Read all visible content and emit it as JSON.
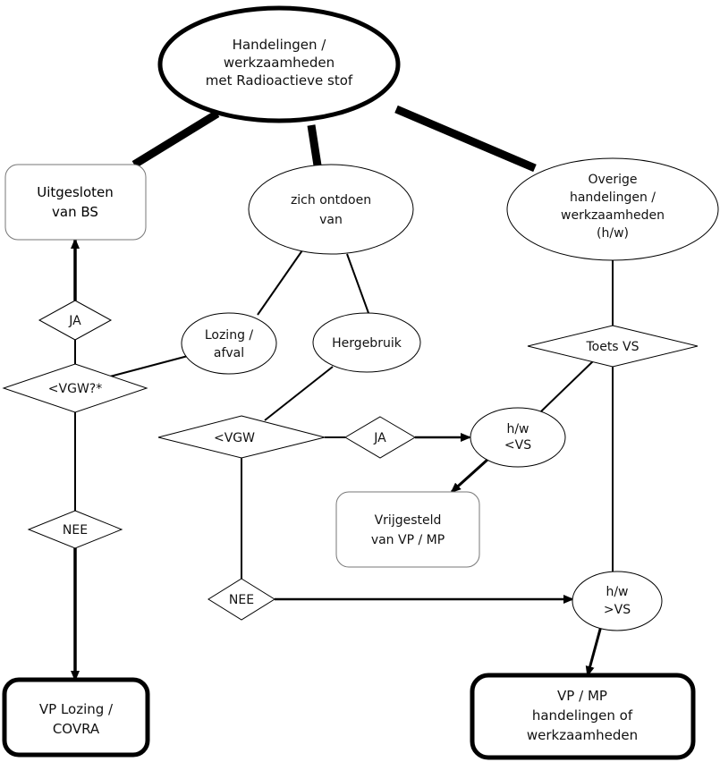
{
  "nodes": {
    "root": [
      "Handelingen /",
      "werkzaamheden",
      "met Radioactieve stof"
    ],
    "uitgesloten": [
      "Uitgesloten",
      "van BS"
    ],
    "ontdoen": [
      "zich ontdoen",
      "van"
    ],
    "overige": [
      "Overige",
      "handelingen /",
      "werkzaamheden",
      "(h/w)"
    ],
    "lozing": [
      "Lozing /",
      "afval"
    ],
    "hergebruik": [
      "Hergebruik"
    ],
    "ja_left": [
      "JA"
    ],
    "vgw_left": [
      "<VGW?*"
    ],
    "nee_left": [
      "NEE"
    ],
    "vgw_mid": [
      "<VGW"
    ],
    "ja_mid": [
      "JA"
    ],
    "nee_mid": [
      "NEE"
    ],
    "toets": [
      "Toets VS"
    ],
    "hw_lt_vs": [
      "h/w",
      "<VS"
    ],
    "vrijgesteld": [
      "Vrijgesteld",
      "van VP / MP"
    ],
    "hw_gt_vs": [
      "h/w",
      ">VS"
    ],
    "vp_lozing": [
      "VP Lozing /",
      "COVRA"
    ],
    "vp_mp": [
      "VP / MP",
      "handelingen  of",
      "werkzaamheden"
    ]
  },
  "colors": {
    "line": "#000000",
    "box_border": "#555555",
    "background": "#ffffff"
  }
}
